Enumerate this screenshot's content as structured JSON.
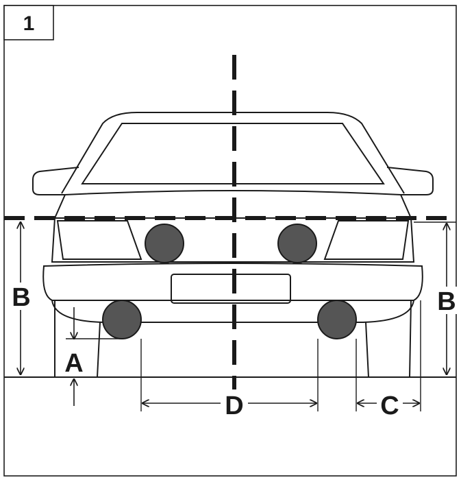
{
  "figure": {
    "number": "1",
    "labels": {
      "a": "A",
      "b_left": "B",
      "b_right": "B",
      "c": "C",
      "d": "D"
    }
  },
  "colors": {
    "ink": "#1a1a1a",
    "lamp": "#555555",
    "background": "#ffffff"
  }
}
